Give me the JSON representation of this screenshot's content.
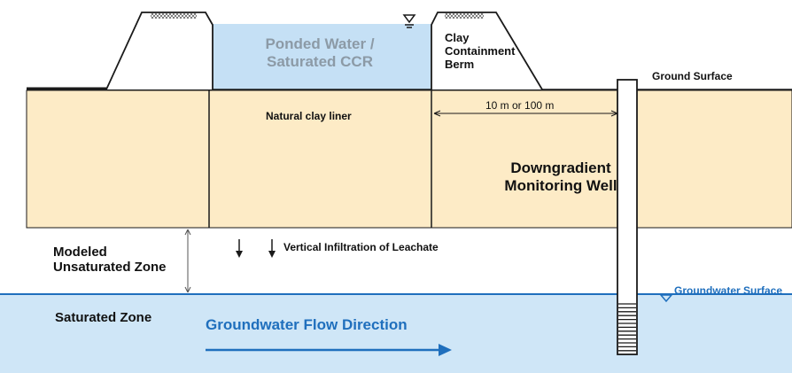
{
  "labels": {
    "ponded_water": [
      "Ponded Water /",
      "Saturated CCR"
    ],
    "clay_berm": [
      "Clay",
      "Containment",
      "Berm"
    ],
    "ground_surface": "Ground Surface",
    "natural_clay_liner": "Natural clay liner",
    "distance": "10 m or 100 m",
    "monitoring_well": [
      "Downgradient",
      "Monitoring Well"
    ],
    "unsaturated_zone": [
      "Modeled",
      "Unsaturated Zone"
    ],
    "vertical_infiltration": "Vertical Infiltration of Leachate",
    "groundwater_surface": "Groundwater Surface",
    "saturated_zone": "Saturated Zone",
    "flow_direction": "Groundwater Flow Direction"
  },
  "colors": {
    "clay_liner_fill": "#fdebc6",
    "ponded_water_fill": "#c5e0f5",
    "saturated_zone_fill": "#cfe6f7",
    "accent_blue": "#1f6fbd",
    "outline": "#1a1a1a"
  },
  "icons": {
    "water_level": "water-table-triangle-icon",
    "groundwater_level": "water-table-triangle-icon",
    "berm_crest_hatch": "hatch-pattern-icon"
  }
}
